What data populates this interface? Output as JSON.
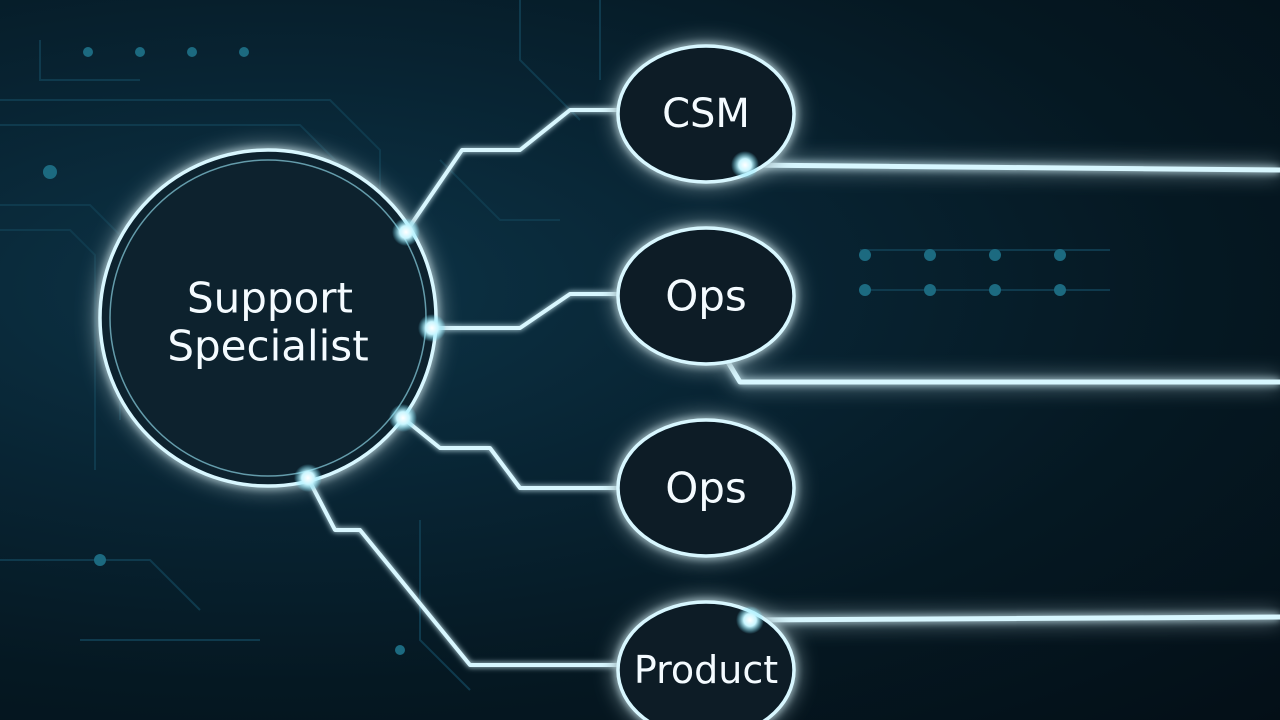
{
  "diagram": {
    "center": {
      "label_line1": "Support",
      "label_line2": "Specialist"
    },
    "nodes": [
      {
        "id": "csm",
        "label": "CSM"
      },
      {
        "id": "ops1",
        "label": "Ops"
      },
      {
        "id": "ops2",
        "label": "Ops"
      },
      {
        "id": "product",
        "label": "Product"
      }
    ]
  },
  "colors": {
    "background": "#05141f",
    "glow": "#6fe6ff",
    "line": "#d8f7ff",
    "node_fill": "#081c28",
    "text": "#f4fbff"
  }
}
